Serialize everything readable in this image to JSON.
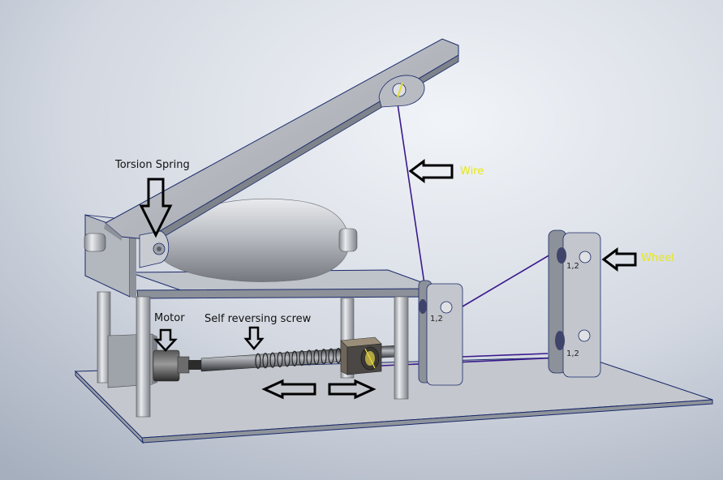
{
  "labels": {
    "torsion_spring": "Torsion Spring",
    "wire": "Wire",
    "wheel": "Wheel",
    "motor": "Motor",
    "self_reversing_screw": "Self reversing screw"
  },
  "dimension_marks": {
    "block_near": "1,2",
    "wheel_top": "1,2",
    "wheel_bottom": "1,2"
  },
  "colors": {
    "label_dark": "#111111",
    "label_yellow": "#e8e813",
    "wire": "#3a1a8c",
    "background_light": "#eef1f6",
    "background_dark": "#a9b2c1"
  }
}
